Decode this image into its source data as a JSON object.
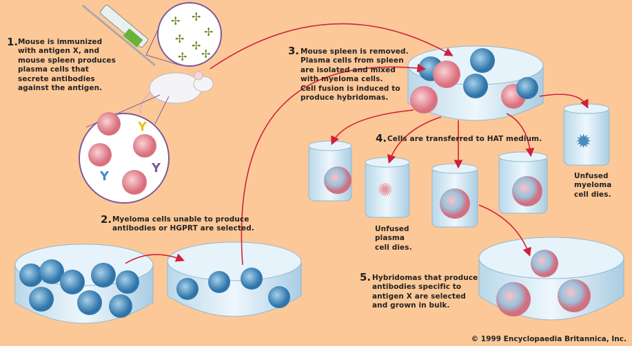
{
  "steps": [
    {
      "number": "1.",
      "text": "Mouse is immunized\nwith antigen X, and\nmouse spleen produces\nplasma cells that\nsecrete antibodies\nagainst the antigen."
    },
    {
      "number": "2.",
      "text": "Myeloma cells unable to produce\nantibodies or HGPRT are selected."
    },
    {
      "number": "3.",
      "text": "Mouse spleen is removed.\nPlasma cells from spleen\nare isolated and mixed\nwith myeloma cells.\nCell fusion is induced to\nproduce hybridomas."
    },
    {
      "number": "4.",
      "text": "Cells are transferred to HAT medium."
    },
    {
      "number": "5.",
      "text": "Hybridomas that produce\nantibodies specific to\nantigen X are selected\nand grown in bulk."
    }
  ],
  "captions": {
    "plasma_dies": "Unfused\nplasma\ncell dies.",
    "myeloma_dies": "Unfused\nmyeloma\ncell dies."
  },
  "copyright": "© 1999 Encyclopaedia Britannica, Inc.",
  "colors": {
    "background": "#fcc898",
    "arrow": "#d0203a",
    "dish": "#cfe6f2",
    "plasma": "#f2a0a8",
    "myeloma": "#4a8cbf"
  }
}
